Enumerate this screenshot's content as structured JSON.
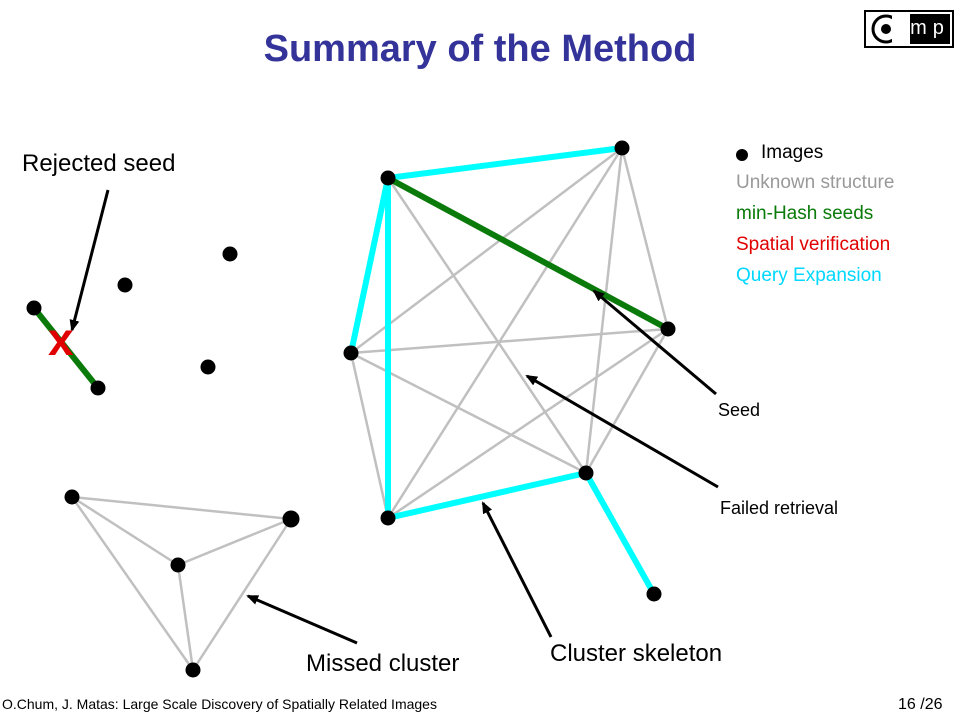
{
  "slide": {
    "title": "Summary of the Method",
    "logo_text": "mp"
  },
  "legend": {
    "images": "Images",
    "unknown": "Unknown structure",
    "minhash": "min-Hash seeds",
    "spatial": "Spatial verification",
    "query": "Query Expansion"
  },
  "colors": {
    "unknown": "#c0c0c0",
    "minhash": "#0a7a0a",
    "spatial": "#e00000",
    "query": "#00ffff",
    "title": "#333399"
  },
  "annotations": {
    "rejected_seed": "Rejected seed",
    "reject_mark": "x",
    "seed": "Seed",
    "failed_retrieval": "Failed retrieval",
    "cluster_skeleton": "Cluster skeleton",
    "missed_cluster": "Missed cluster"
  },
  "footer": {
    "citation": "O.Chum, J. Matas:  Large Scale Discovery of Spatially Related Images",
    "page": "16 /26"
  }
}
